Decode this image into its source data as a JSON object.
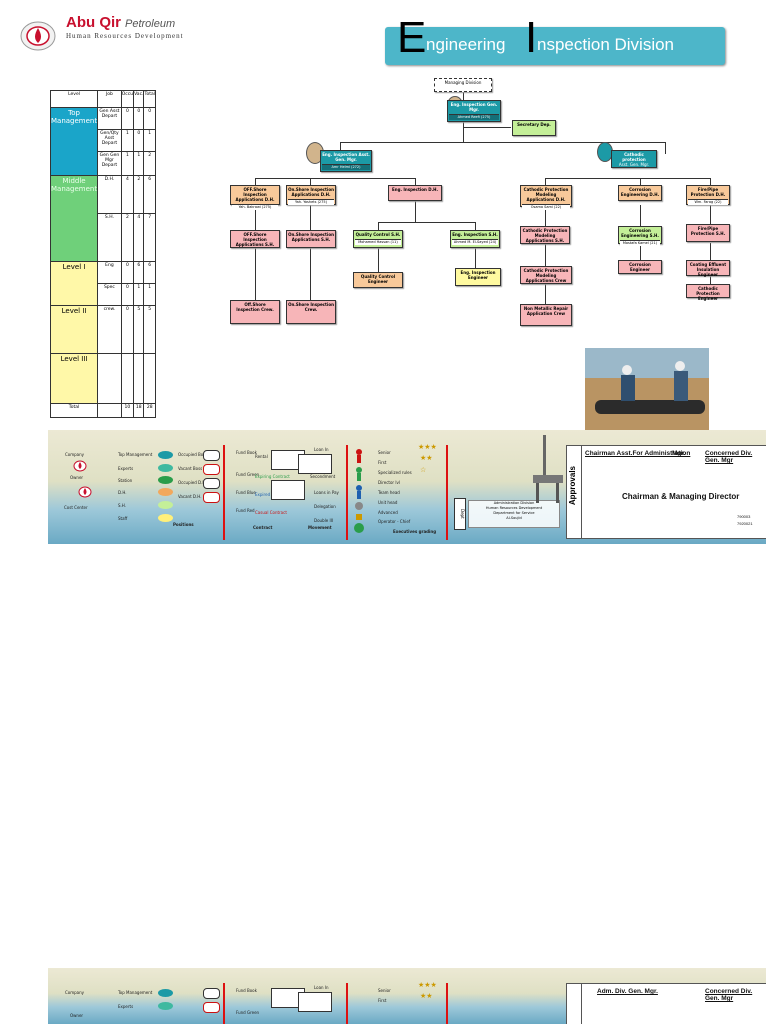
{
  "header": {
    "brand_name": "Abu Qir",
    "brand_suffix": "Petroleum",
    "brand_sub": "Human Resources Development",
    "title_cap1": "E",
    "title_rest1": "ngineering",
    "title_cap2": "I",
    "title_rest2": "nspection Division",
    "accent": "#4db6c9"
  },
  "staff_table": {
    "headers": [
      "Level",
      "Job",
      "Occu",
      "Vac.",
      "Total"
    ],
    "level_top": "Top Management",
    "level_mid": "Middle Management",
    "level_1": "Level I",
    "level_2": "Level II",
    "level_3": "Level III",
    "rows": [
      {
        "job": "Gen Asst Depart",
        "occu": "0",
        "vac": "0",
        "total": "0"
      },
      {
        "job": "Gen/Qty Asst Depart",
        "occu": "1",
        "vac": "0",
        "total": "1"
      },
      {
        "job": "Gen Gen Mgr Depart",
        "occu": "1",
        "vac": "1",
        "total": "2"
      },
      {
        "job": "D.H.",
        "occu": "4",
        "vac": "2",
        "total": "6"
      },
      {
        "job": "S.H.",
        "occu": "2",
        "vac": "4",
        "total": "7"
      },
      {
        "job": "Eng",
        "occu": "0",
        "vac": "6",
        "total": "6"
      },
      {
        "job": "Spec",
        "occu": "0",
        "vac": "1",
        "total": "1"
      },
      {
        "job": "crew.",
        "occu": "0",
        "vac": "5",
        "total": "5"
      }
    ],
    "total_label": "Total",
    "totals": {
      "occu": "10",
      "vac": "18",
      "total": "28"
    }
  },
  "org": {
    "top": "Managing Division",
    "gm": "Eng. Inspection Gen. Mgr.",
    "gm_name": "Ahmed Reefi (275)",
    "secretary": "Secretary Dep.",
    "asst": "Eng. Inspection Asst. Gen. Mgr.",
    "asst_name": "Amr Helmi (272)",
    "cathodic": "Cathodic protection",
    "cathodic_sub": "Asst. Gen. Mgr.",
    "dh1": "OFF.Shore Inspection Applications D.H.",
    "dh1_name": "Yah. Bakrawi (275)",
    "dh2": "On.Shore Inspection Applications D.H.",
    "dh2_name": "Yah. Yashets (275)",
    "dh3": "Eng. Inspection D.H.",
    "dh4": "Cathodic Protection Modeling Applications D.H.",
    "dh4_name": "Osama Sami (22)",
    "dh5": "Corrosion Engineering D.H.",
    "dh6": "Fire/Pipe Protection D.H.",
    "dh6_name": "Wm. Farag (22)",
    "sh1": "OFF.Shore Inspection Applications S.H.",
    "sh2": "On.Shore Inspection Applications S.H.",
    "sh3": "Quality Control S.H.",
    "sh3_name": "Mohamed Hassan (11)",
    "sh4": "Eng. Inspection S.H.",
    "sh4_name": "Ahmed M. El-Sayed (24)",
    "sh5": "Cathodic Protection Modeling Applications S.H.",
    "sh6": "Corrosion Engineering S.H.",
    "sh6_name": "Mostafa Kamel (21)",
    "sh7": "Fire/Pipe Protection S.H.",
    "eng1": "Quality Control Engineer",
    "eng2": "Eng. Inspection Engineer",
    "eng3": "Cathodic Protection Modeling Applications Crew",
    "eng4": "Corrosion Engineer",
    "eng5": "Coating Effluent Insulation Engineer",
    "eng6": "Cathodic Protection Engineer",
    "crew1": "Off.Shore Inspection Crew.",
    "crew2": "On.Shore Inspection Crew.",
    "crew3": "Non Metallic Repair Application Crew"
  },
  "legend": {
    "company": "Company",
    "owner": "Owner",
    "cost_center": "Cost Center",
    "positions": "Positions",
    "pos_levels": [
      "Top Management",
      "Experts",
      "Station",
      "D.H.",
      "S.H.",
      "Staff"
    ],
    "occupancy": [
      "Occupied Boss",
      "Vacant Boss",
      "Occupied D.H.",
      "Vacant D.H."
    ],
    "contract": "Contract",
    "contract_items": [
      "Fund Book",
      "Fund Green",
      "Fund Blue",
      "Fund Red"
    ],
    "contract_labels": [
      "Rental",
      "Expiring Contract",
      "Expired Contract",
      "Casual Contract"
    ],
    "movement": "Movement",
    "movement_items": [
      "Loan In",
      "Secondment",
      "Loans in Pay",
      "Delegation",
      "Double III"
    ],
    "grading": "Executives grading",
    "grading_items": [
      "Senior",
      "First",
      "Specialized rules",
      "Director lvl",
      "Team head",
      "Unit head",
      "Advanced",
      "Operator - Chief"
    ],
    "depts_label": "Dept",
    "depts_text": [
      "Administration Division",
      "Human Resources Development",
      "Department for Service",
      "Al-Soujid"
    ]
  },
  "approvals": {
    "side": "Approvals",
    "row1_left": "Chairman Asst.For Administration",
    "row1_mid": "Mgr.",
    "row1_right": "Concerned Div. Gen. Mgr",
    "main": "Chairman & Managing Director",
    "codes": [
      "790003",
      "7920021"
    ],
    "row2_left": "Adm. Div. Gen. Mgr.",
    "row2_right": "Concerned Div. Gen. Mgr"
  }
}
